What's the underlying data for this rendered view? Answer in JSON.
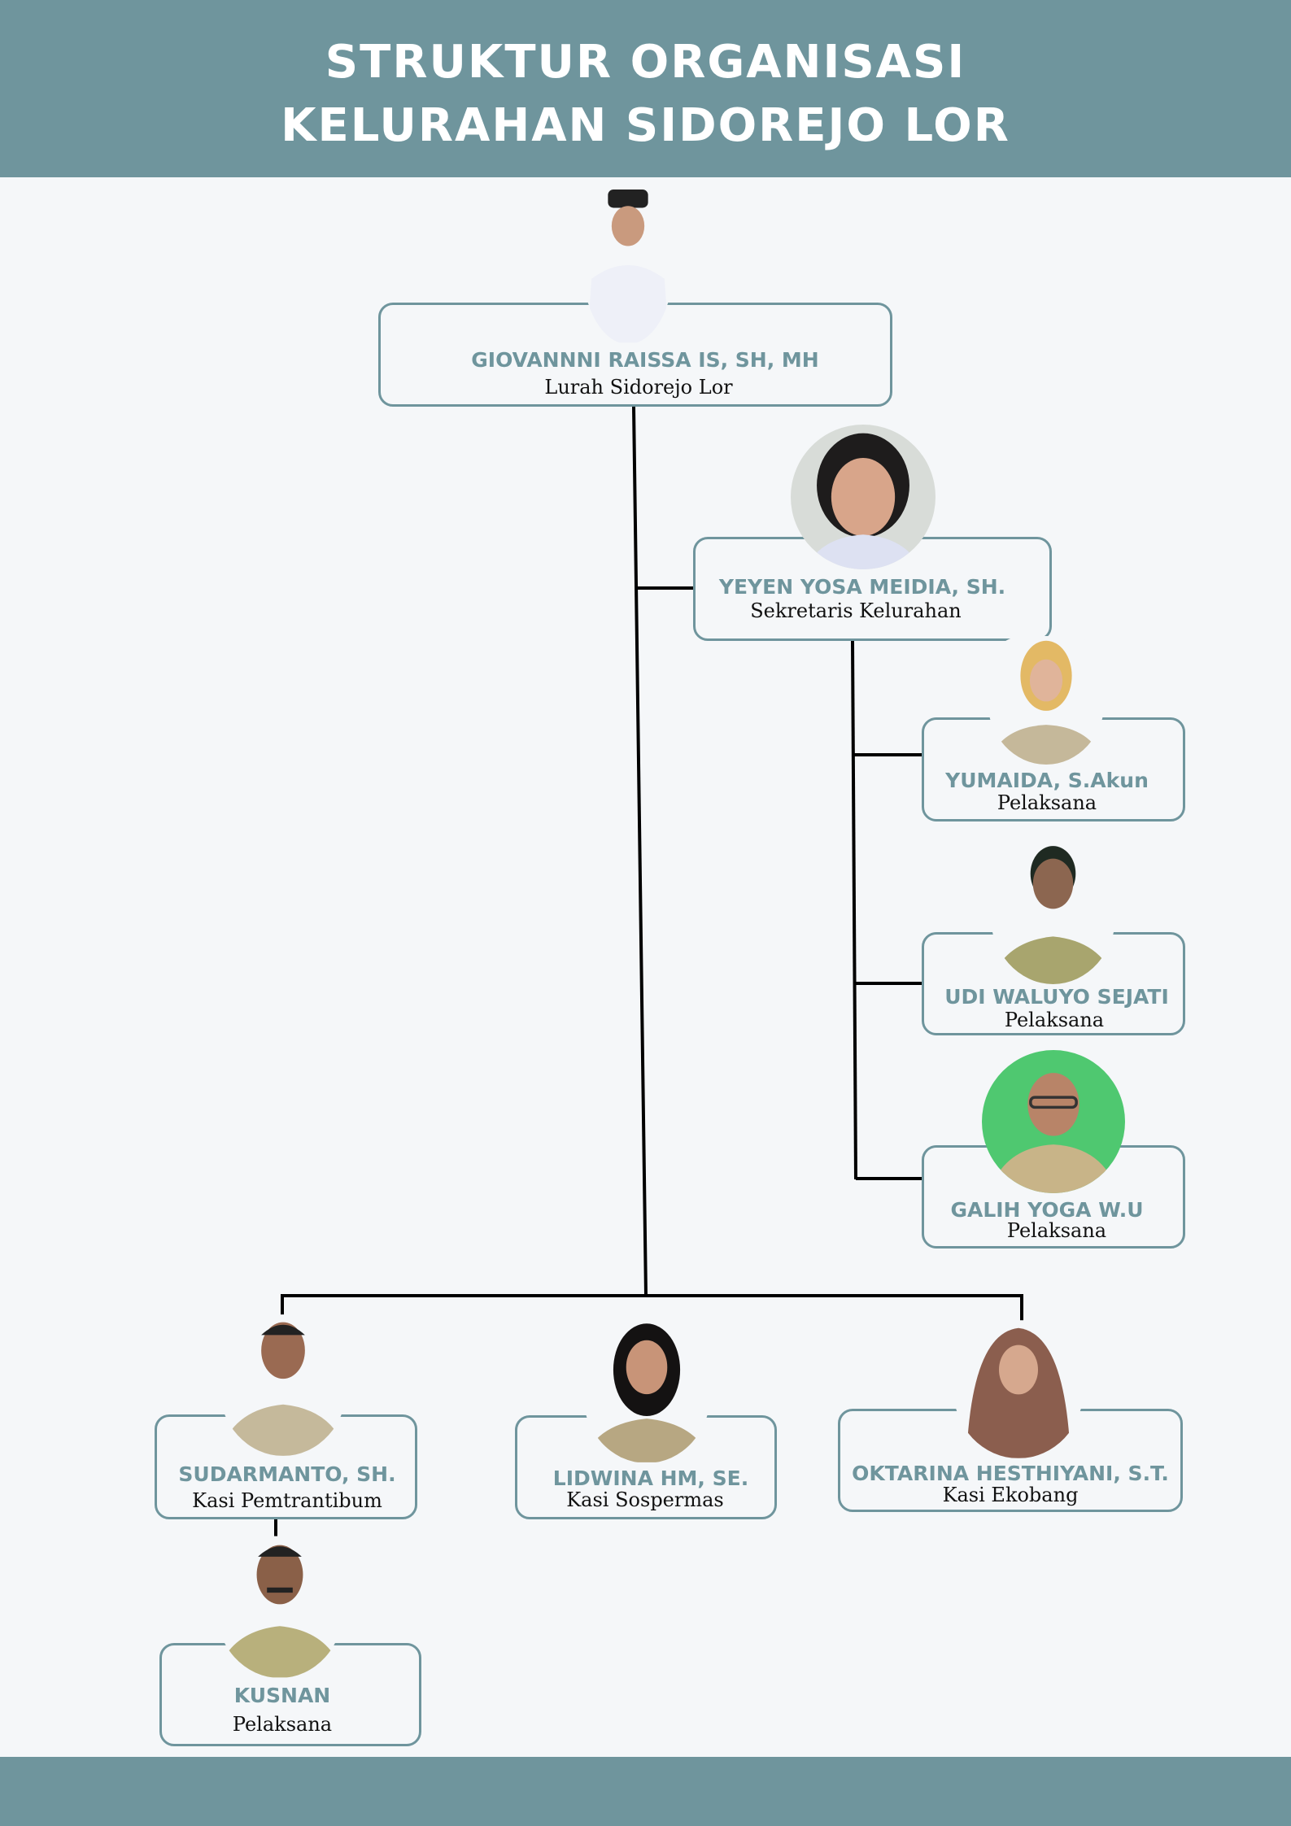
{
  "header": {
    "title_line1": "STRUKTUR ORGANISASI",
    "title_line2": "KELURAHAN SIDOREJO LOR"
  },
  "colors": {
    "accent": "#6f959d",
    "background": "#f5f7f9",
    "line": "#000000"
  },
  "members": [
    {
      "name": "GIOVANNNI RAISSA IS, SH, MH",
      "role": "Lurah Sidorejo Lor"
    },
    {
      "name": "YEYEN YOSA MEIDIA, SH.",
      "role": "Sekretaris Kelurahan"
    },
    {
      "name": "YUMAIDA, S.Akun",
      "role": "Pelaksana"
    },
    {
      "name": "UDI WALUYO SEJATI",
      "role": "Pelaksana"
    },
    {
      "name": "GALIH YOGA W.U",
      "role": "Pelaksana"
    },
    {
      "name": "SUDARMANTO, SH.",
      "role": "Kasi Pemtrantibum"
    },
    {
      "name": "LIDWINA HM, SE.",
      "role": "Kasi Sospermas"
    },
    {
      "name": "OKTARINA HESTHIYANI, S.T.",
      "role": "Kasi Ekobang"
    },
    {
      "name": "KUSNAN",
      "role": "Pelaksana"
    }
  ]
}
